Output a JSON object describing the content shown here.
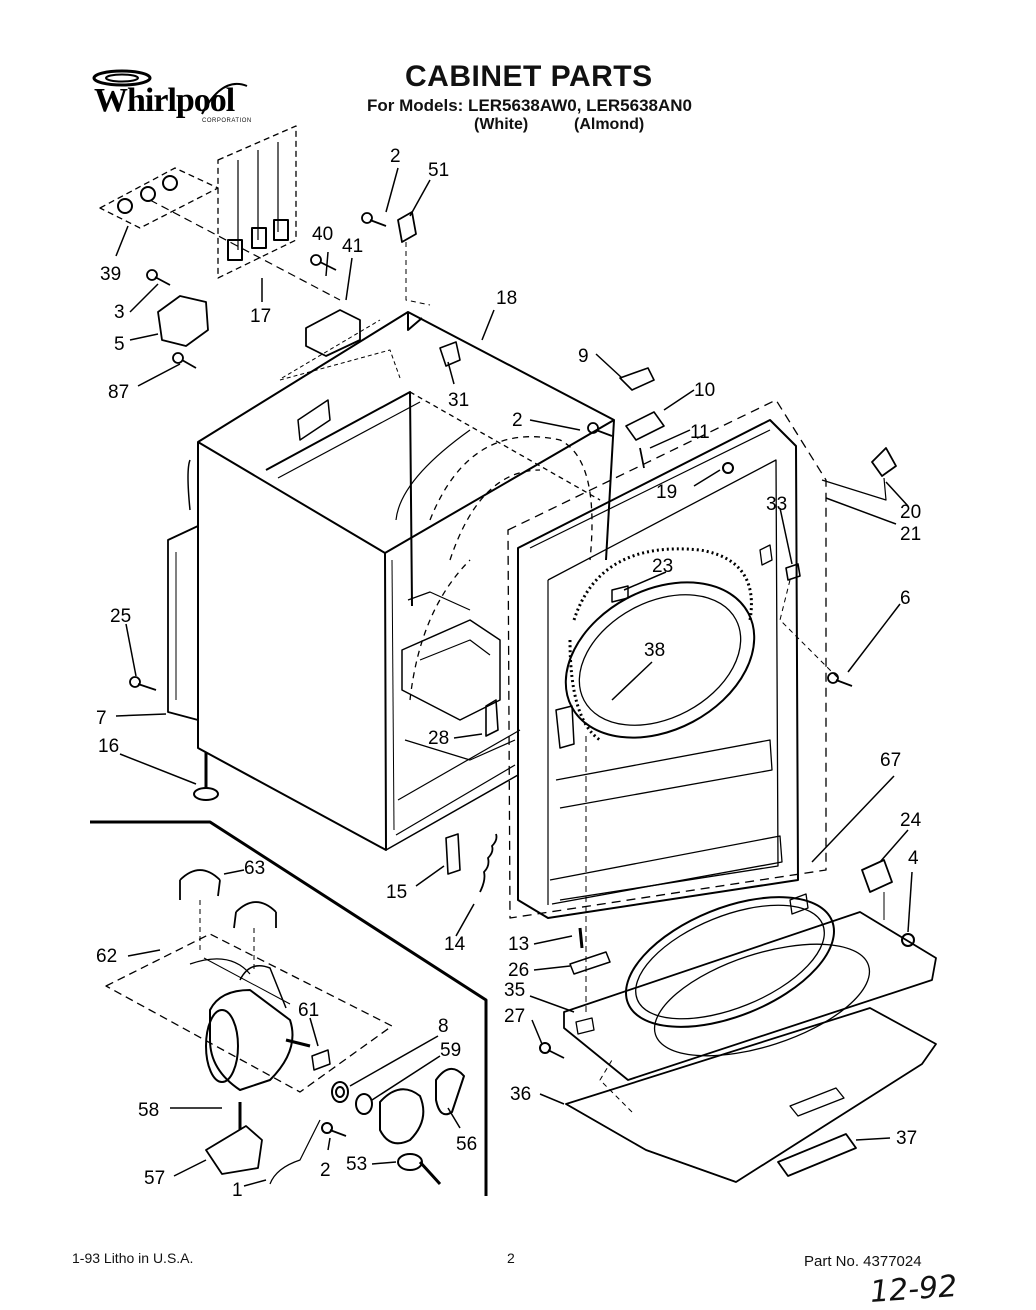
{
  "header": {
    "logo_text": "Whirlpool",
    "logo_subtext": "CORPORATION",
    "title": "CABINET PARTS",
    "models_line": "For Models: LER5638AW0, LER5638AN0",
    "variant_white": "(White)",
    "variant_almond": "(Almond)"
  },
  "callouts": [
    "2",
    "51",
    "39",
    "17",
    "40",
    "41",
    "3",
    "5",
    "87",
    "18",
    "31",
    "9",
    "10",
    "2",
    "11",
    "19",
    "20",
    "21",
    "33",
    "6",
    "23",
    "38",
    "25",
    "7",
    "16",
    "28",
    "15",
    "14",
    "63",
    "62",
    "61",
    "8",
    "59",
    "58",
    "57",
    "1",
    "2",
    "53",
    "56",
    "13",
    "26",
    "35",
    "27",
    "36",
    "37",
    "67",
    "24",
    "4"
  ],
  "footer": {
    "print_info": "1-93  Litho in U.S.A.",
    "page_number": "2",
    "part_number": "Part No. 4377024",
    "handwritten_date": "12-92"
  }
}
